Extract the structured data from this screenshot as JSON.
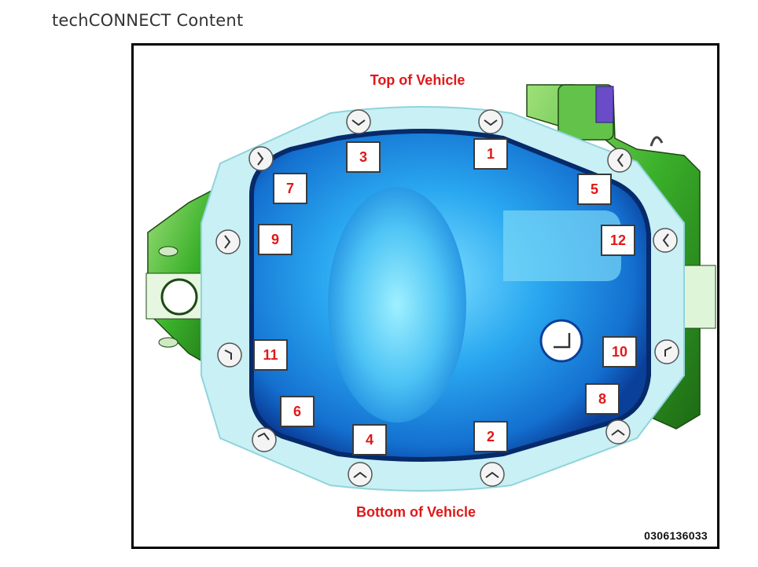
{
  "header": {
    "title": "techCONNECT Content"
  },
  "figure": {
    "caption_top": "Top of Vehicle",
    "caption_bottom": "Bottom of Vehicle",
    "figure_id": "0306136033",
    "sequence_labels": [
      "1",
      "2",
      "3",
      "4",
      "5",
      "6",
      "7",
      "8",
      "9",
      "10",
      "11",
      "12"
    ]
  },
  "colors": {
    "cover_fill": "#c8f0f5",
    "cover_blue": "#1a8ee0",
    "housing_green": "#3ab02a",
    "label_red": "#e01818"
  }
}
